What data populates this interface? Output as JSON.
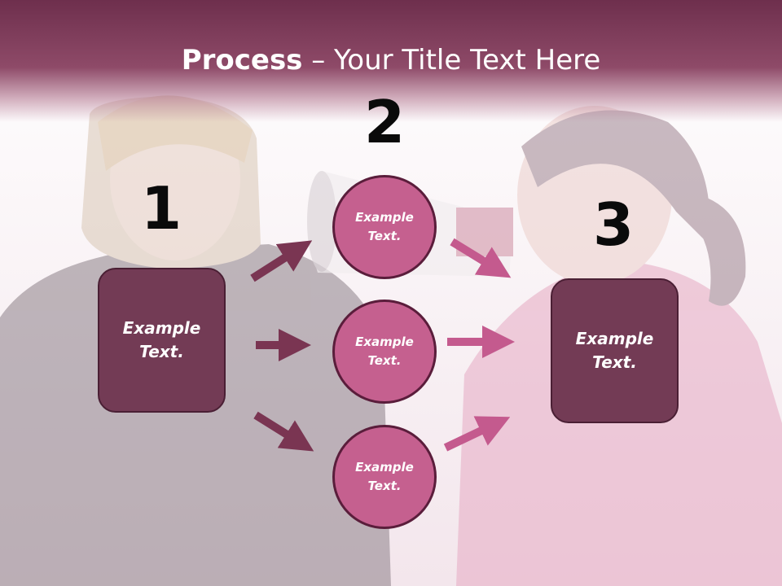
{
  "title": {
    "bold": "Process",
    "rest": " – Your Title Text Here"
  },
  "steps": {
    "one": "1",
    "two": "2",
    "three": "3"
  },
  "left_box": {
    "line1": "Example",
    "line2": "Text."
  },
  "right_box": {
    "line1": "Example",
    "line2": "Text."
  },
  "circles": [
    {
      "line1": "Example",
      "line2": "Text."
    },
    {
      "line1": "Example",
      "line2": "Text."
    },
    {
      "line1": "Example",
      "line2": "Text."
    }
  ],
  "colors": {
    "title_band": "#8e4a68",
    "box_fill": "#733b55",
    "circle_fill": "#c5608f",
    "arrow_left": "#7a3552",
    "arrow_right": "#c45a8e"
  }
}
